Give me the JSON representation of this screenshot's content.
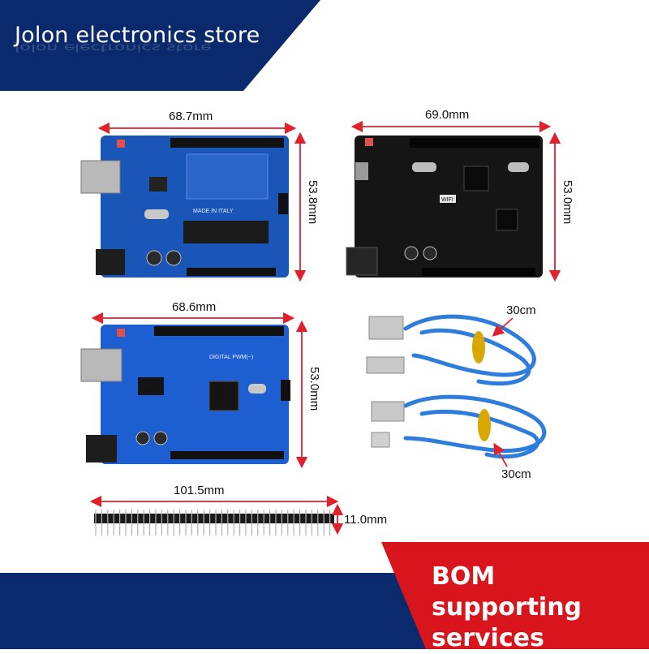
{
  "store": {
    "name": "Jolon electronics store"
  },
  "promo": {
    "line1": "BOM supporting",
    "line2": "services"
  },
  "colors": {
    "banner_blue": "#0b2a6e",
    "promo_red": "#d8141c",
    "arrow_red": "#e0202a",
    "board_blue": "#1a55b8",
    "board_black": "#151515"
  },
  "boards": [
    {
      "name": "uno-r3-dip",
      "width": "68.7mm",
      "height": "53.8mm",
      "silk": "MADE IN ITALY"
    },
    {
      "name": "uno-wifi-black",
      "width": "69.0mm",
      "height": "53.0mm",
      "silk": "WIFI"
    },
    {
      "name": "uno-r3-smd",
      "width": "68.6mm",
      "height": "53.0mm",
      "silk": "DIGITAL PWM(~)"
    }
  ],
  "cables": [
    {
      "name": "usb-b-cable",
      "length": "30cm"
    },
    {
      "name": "micro-usb-cable",
      "length": "30cm"
    }
  ],
  "header_strip": {
    "length": "101.5mm",
    "height": "11.0mm"
  }
}
